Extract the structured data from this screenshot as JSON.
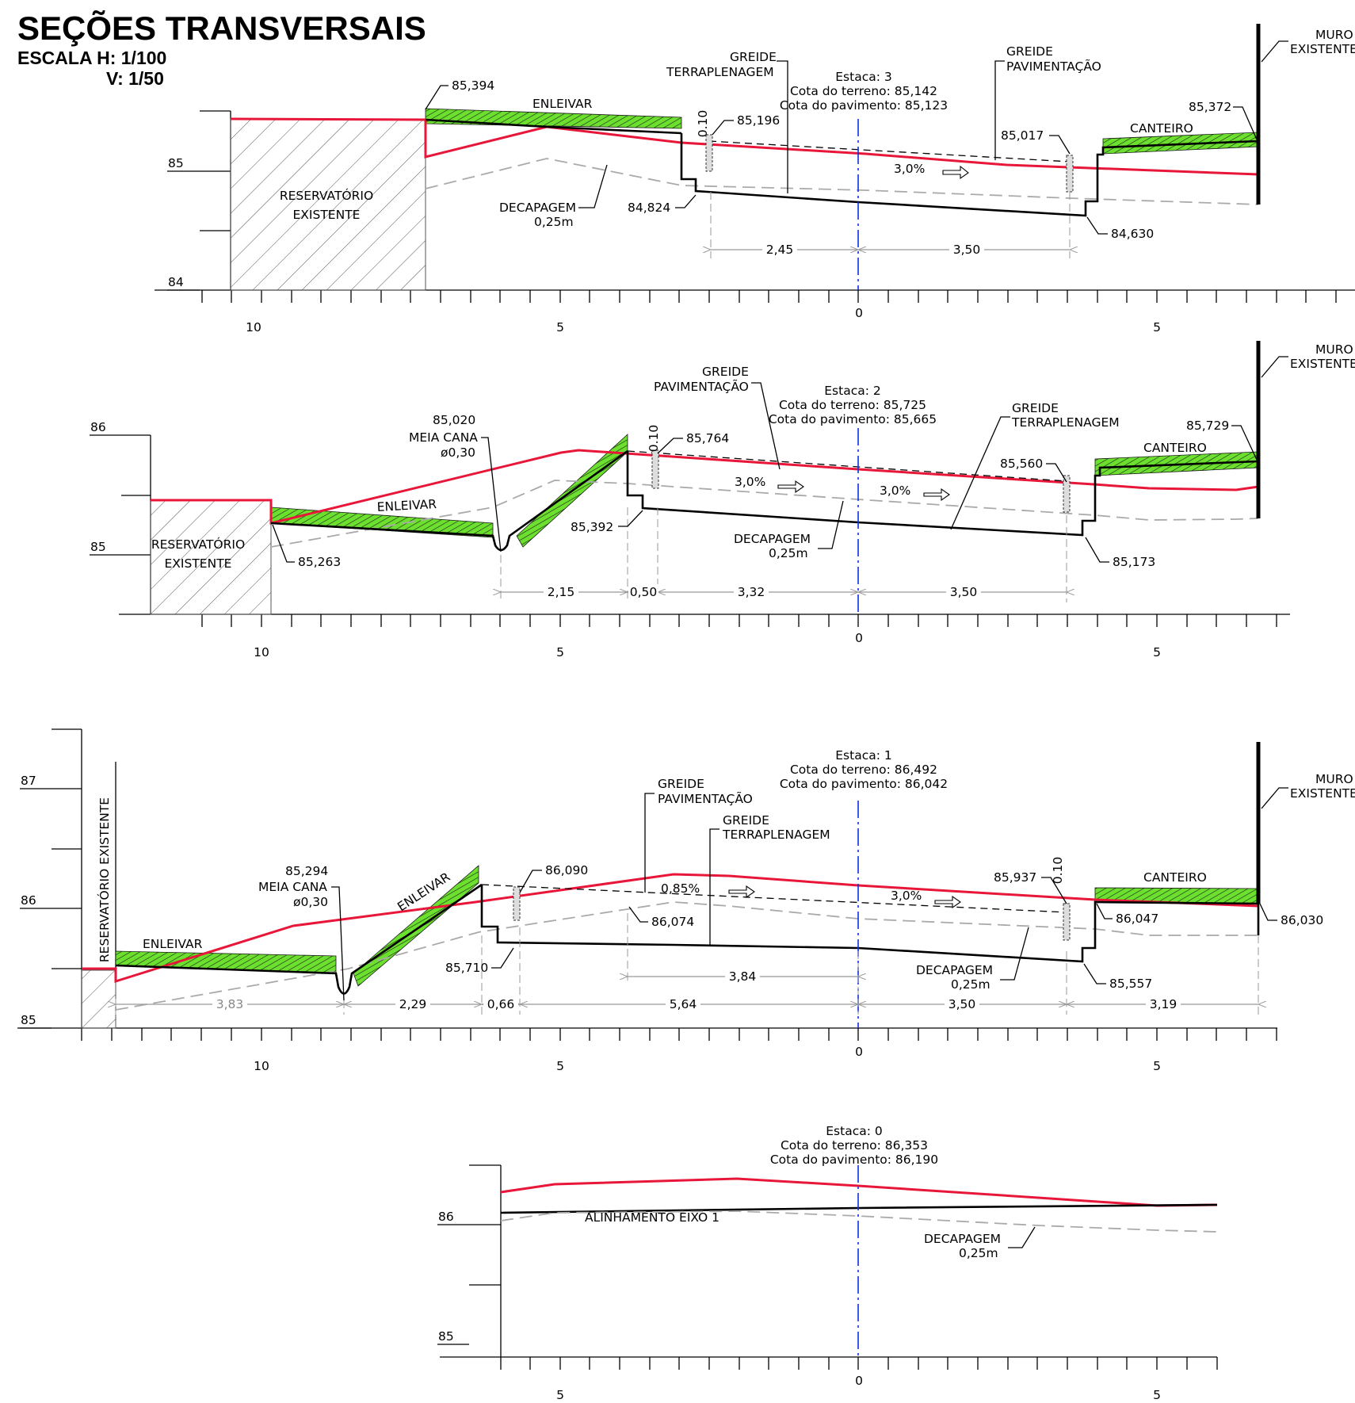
{
  "header": {
    "title": "SEÇÕES TRANSVERSAIS",
    "scale_h": "ESCALA H: 1/100",
    "scale_v": "V:  1/50"
  },
  "common": {
    "greide": "GREIDE",
    "terraplenagem": "TERRAPLENAGEM",
    "pavimentacao": "PAVIMENTAÇÃO",
    "decapagem": "DECAPAGEM",
    "decap_depth": "0,25m",
    "enleivar": "ENLEIVAR",
    "canteiro": "CANTEIRO",
    "reservatorio": "RESERVATÓRIO",
    "existente": "EXISTENTE",
    "reservatorio_vertical": "RESERVATÓRIO EXISTENTE",
    "muro": "MURO",
    "muro_existente": "EXISTENTE",
    "meia_cana": "MEIA  CANA",
    "diametro": "ø0,30",
    "curb_h": "0.10",
    "alinhamento": "ALINHAMENTO  EIXO 1"
  },
  "sections": [
    {
      "estaca": "Estaca:  3",
      "cota_terreno": "Cota  do  terreno:  85,142",
      "cota_pavimento": "Cota  do  pavimento:  85,123",
      "v_labels": [
        "85",
        "84"
      ],
      "h_labels": [
        "10",
        "5",
        "0",
        "5"
      ],
      "elevations": [
        "85,394",
        "85,196",
        "84,824",
        "85,017",
        "84,630",
        "85,372"
      ],
      "slopes": [
        "3,0%"
      ],
      "dims": [
        "2,45",
        "3,50"
      ]
    },
    {
      "estaca": "Estaca:  2",
      "cota_terreno": "Cota  do  terreno:  85,725",
      "cota_pavimento": "Cota  do  pavimento:  85,665",
      "v_labels": [
        "86",
        "85"
      ],
      "h_labels": [
        "10",
        "5",
        "0",
        "5"
      ],
      "elevations": [
        "85,020",
        "85,764",
        "85,392",
        "85,263",
        "85,560",
        "85,173",
        "85,729"
      ],
      "slopes": [
        "3,0%",
        "3,0%"
      ],
      "dims": [
        "2,15",
        "0,50",
        "3,32",
        "3,50"
      ]
    },
    {
      "estaca": "Estaca:  1",
      "cota_terreno": "Cota  do  terreno:  86,492",
      "cota_pavimento": "Cota  do  pavimento:  86,042",
      "v_labels": [
        "87",
        "86",
        "85"
      ],
      "h_labels": [
        "10",
        "5",
        "0",
        "5"
      ],
      "elevations": [
        "85,294",
        "86,090",
        "86,074",
        "85,710",
        "85,937",
        "86,047",
        "86,030",
        "85,557"
      ],
      "slopes": [
        "0,85%",
        "3,0%"
      ],
      "dims": [
        "3,83",
        "2,29",
        "0,66",
        "5,64",
        "3,84",
        "3,50",
        "3,19"
      ]
    },
    {
      "estaca": "Estaca:  0",
      "cota_terreno": "Cota  do  terreno:  86,353",
      "cota_pavimento": "Cota  do  pavimento:  86,190",
      "v_labels": [
        "86",
        "85"
      ],
      "h_labels": [
        "5",
        "0",
        "5"
      ]
    }
  ]
}
